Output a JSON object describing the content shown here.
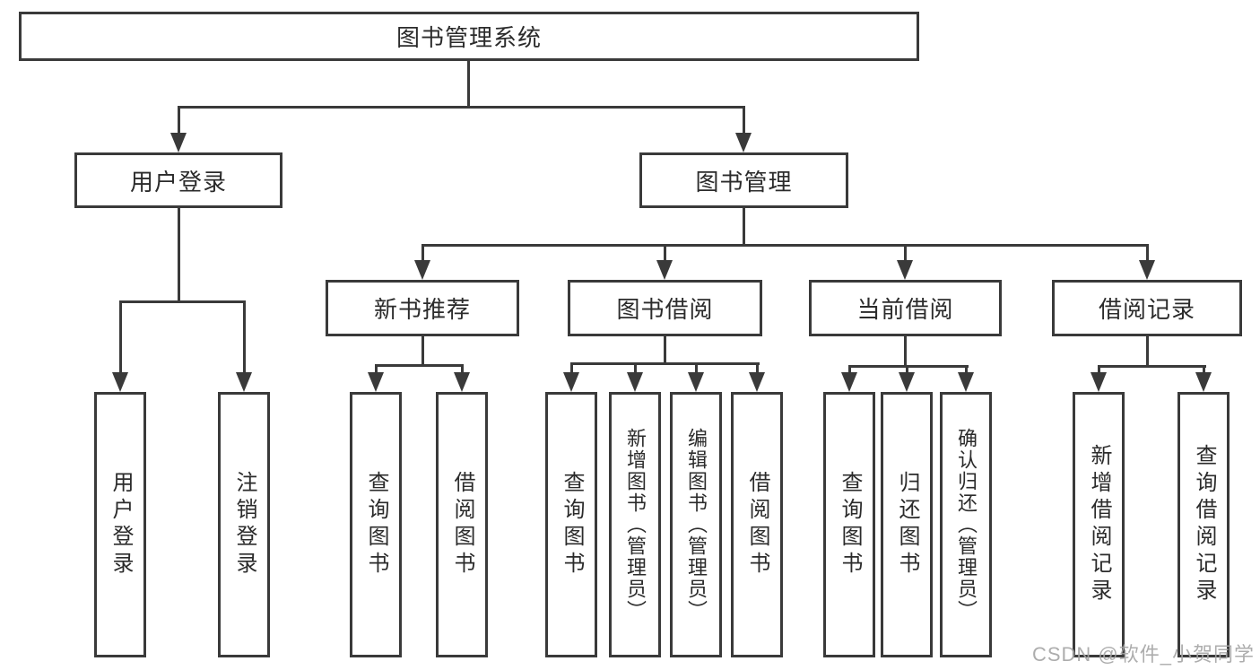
{
  "colors": {
    "line": "#3a3a3a",
    "box_border": "#3a3a3a",
    "text": "#2b2b2b",
    "background": "#ffffff",
    "watermark": "#a4a4a4"
  },
  "diagram": {
    "root": {
      "label": "图书管理系统"
    },
    "level2": [
      {
        "label": "用户登录"
      },
      {
        "label": "图书管理"
      }
    ],
    "level3": [
      {
        "label": "新书推荐"
      },
      {
        "label": "图书借阅"
      },
      {
        "label": "当前借阅"
      },
      {
        "label": "借阅记录"
      }
    ],
    "leaves": {
      "user_login": [
        {
          "label": "用户登录"
        },
        {
          "label": "注销登录"
        }
      ],
      "new_books": [
        {
          "label": "查询图书"
        },
        {
          "label": "借阅图书"
        }
      ],
      "book_borrow": [
        {
          "label": "查询图书"
        },
        {
          "label": "新增图书（管理员）"
        },
        {
          "label": "编辑图书（管理员）"
        },
        {
          "label": "借阅图书"
        }
      ],
      "current_borrow": [
        {
          "label": "查询图书"
        },
        {
          "label": "归还图书"
        },
        {
          "label": "确认归还（管理员）"
        }
      ],
      "borrow_records": [
        {
          "label": "新增借阅记录"
        },
        {
          "label": "查询借阅记录"
        }
      ]
    }
  },
  "watermark": {
    "text": "CSDN @软件_小贺同学"
  }
}
